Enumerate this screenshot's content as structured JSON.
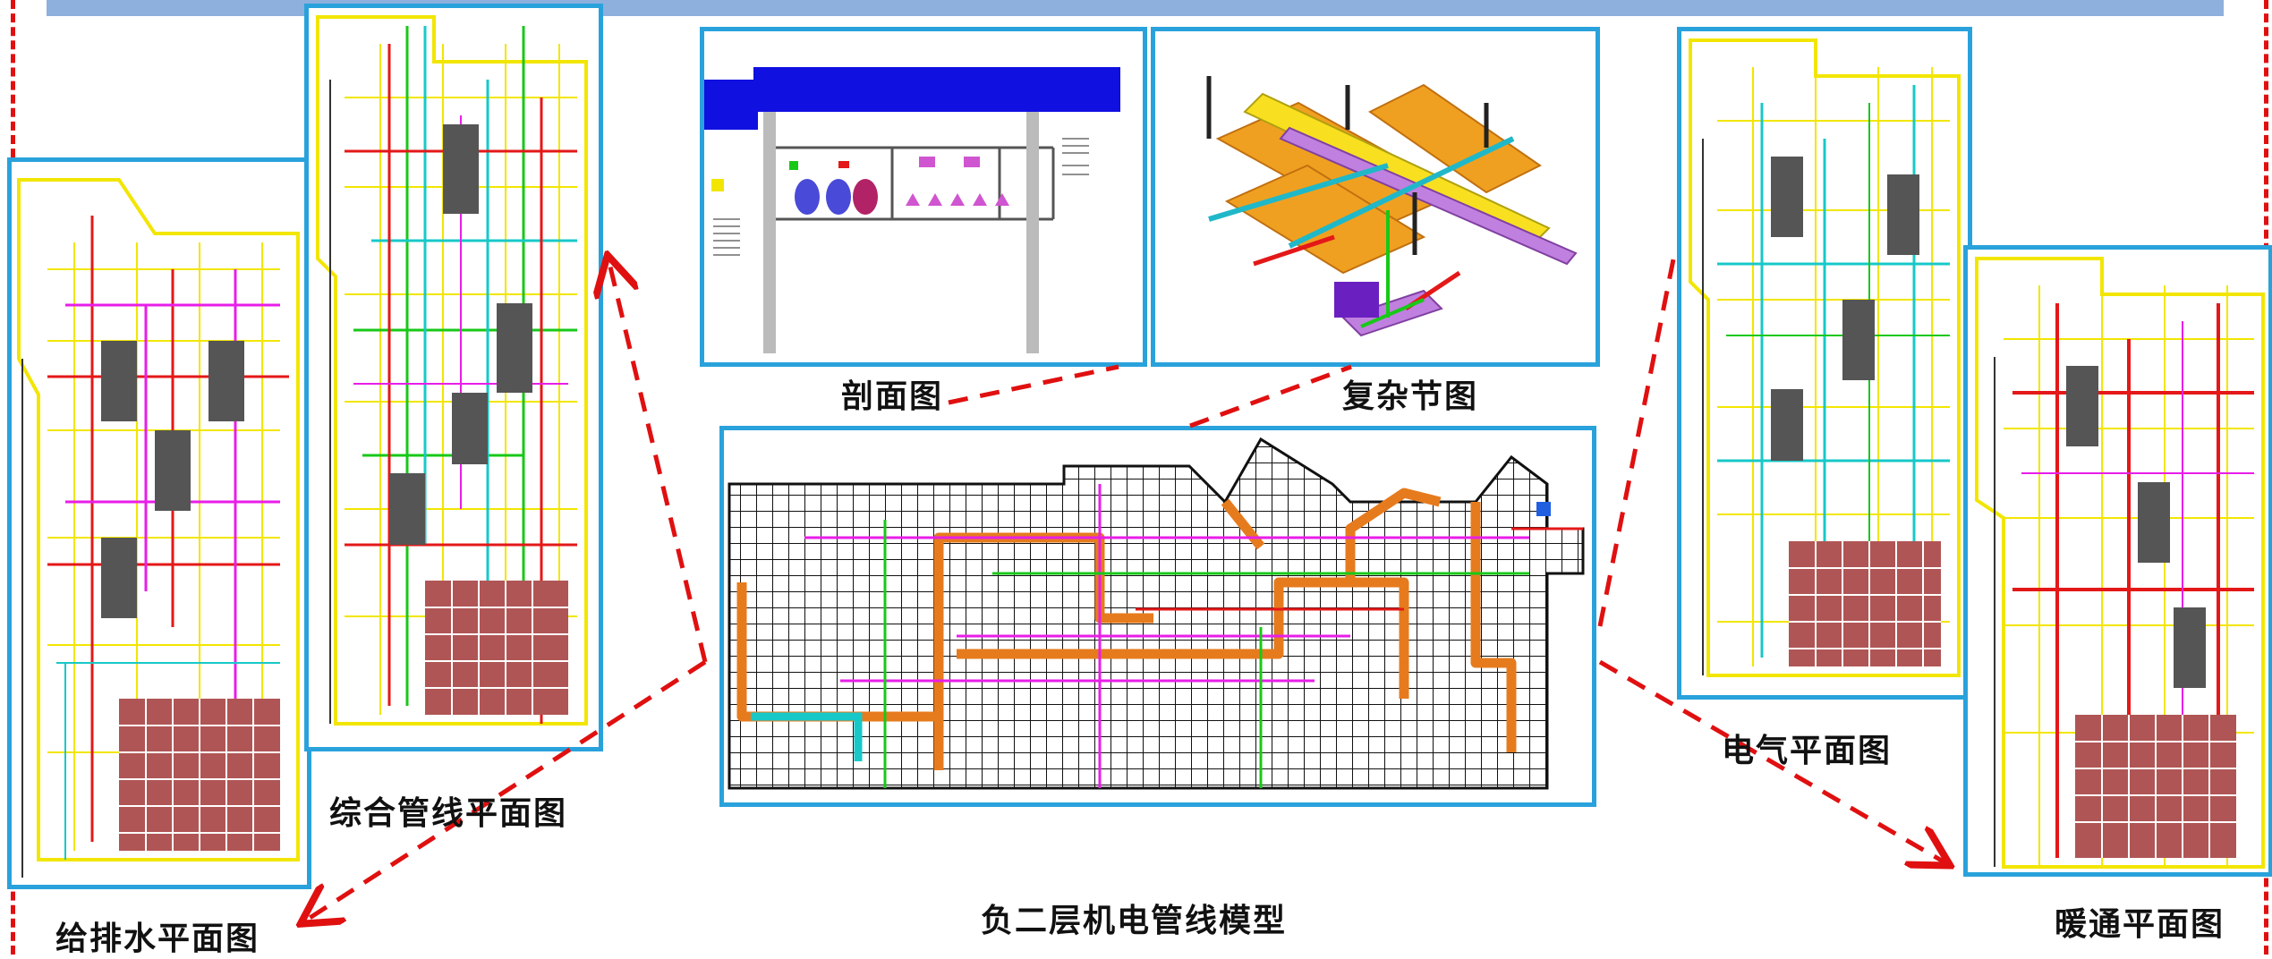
{
  "labels": {
    "section": "剖面图",
    "complex_node": "复杂节图",
    "integrated_pipeline_plan": "综合管线平面图",
    "water_plan": "给排水平面图",
    "b2_model": "负二层机电管线模型",
    "electrical_plan": "电气平面图",
    "hvac_plan": "暖通平面图"
  },
  "colors": {
    "panel_border": "#29a2dc",
    "dashed_arrow": "#e01010",
    "header_bar": "#8eb0dd",
    "cad_yellow": "#f2e600",
    "cad_red": "#e41818",
    "cad_magenta": "#e81ee8",
    "cad_green": "#18c818",
    "cad_cyan": "#18c8c8",
    "model_orange": "#e67b1e",
    "section_blue": "#1010e0"
  }
}
